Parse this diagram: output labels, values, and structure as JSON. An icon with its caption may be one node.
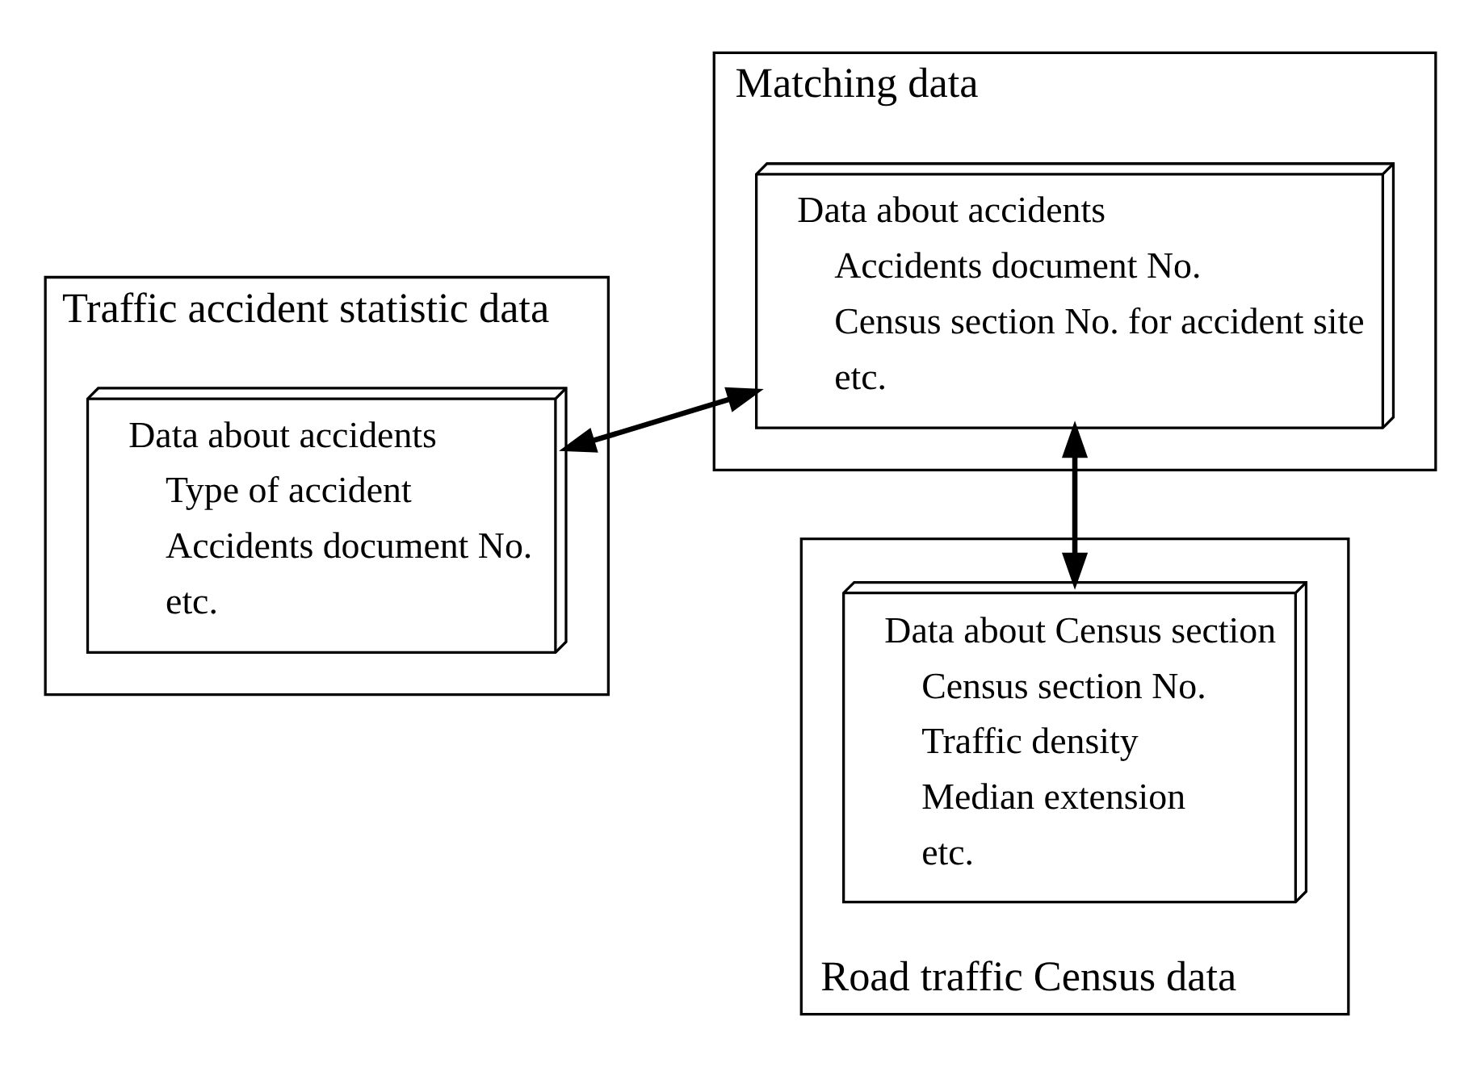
{
  "diagram": {
    "nodes": [
      {
        "text": [
          "Traffic accident statistic data"
        ]
      },
      {
        "text": [
          "Data about accidents",
          "Type of accident",
          "Accidents document No.",
          "etc."
        ],
        "in": 0
      },
      {
        "text": [
          "Matching data"
        ]
      },
      {
        "text": [
          "Data about accidents",
          "Accidents document No.",
          "Census section No. for accident site",
          "etc."
        ],
        "in": 2
      },
      {
        "text": [
          "Road traffic Census data"
        ]
      },
      {
        "text": [
          "Data about Census section",
          "Census section No.",
          "Traffic density",
          "Median extension",
          "etc."
        ],
        "in": 4
      }
    ],
    "edges": [
      {
        "from": 1,
        "to": 3,
        "arrow": "both"
      },
      {
        "from": 3,
        "to": 5,
        "arrow": "both"
      }
    ]
  }
}
